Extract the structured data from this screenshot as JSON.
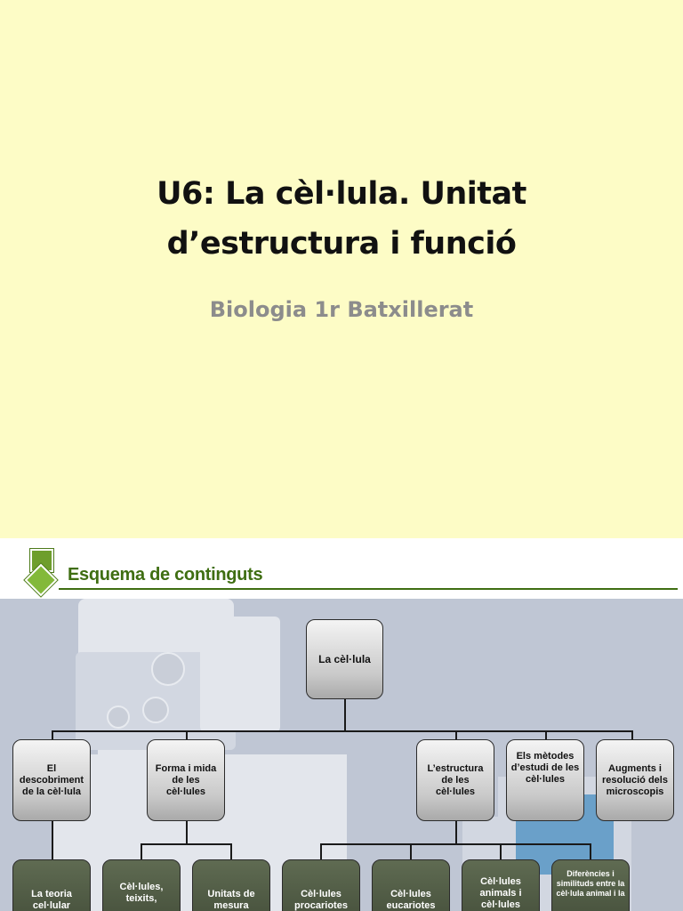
{
  "slide1": {
    "title_line1": "U6: La cèl·lula. Unitat",
    "title_line2": "d’estructura i funció",
    "subtitle": "Biologia 1r Batxillerat"
  },
  "slide2": {
    "header": "Esquema de continguts",
    "root": "La cèl·lula",
    "level1": [
      "El descobriment de la cèl·lula",
      "Forma i mida de les cèl·lules",
      "L’estructura de les cèl·lules",
      "Els mètodes d’estudi de les cèl·lules",
      "Augments i resolució dels microscopis"
    ],
    "level2": [
      "La teoria cel·lular",
      "Cèl·lules, teixits,",
      "Unitats de mesura",
      "Cèl·lules procariotes",
      "Cèl·lules eucariotes",
      "Cèl·lules animals i cèl·lules",
      "Diferències i similituds entre la cèl·lula animal i la"
    ],
    "colors": {
      "header_green": "#3f6e12",
      "logo_green": "#83b93a",
      "slide_bg": "#fdfcc6"
    }
  }
}
